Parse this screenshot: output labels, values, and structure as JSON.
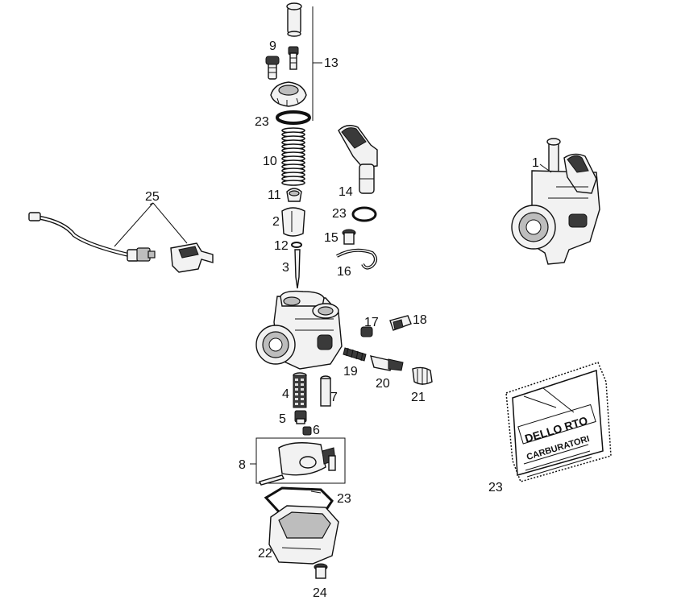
{
  "callouts": [
    {
      "id": "l9",
      "text": "9"
    },
    {
      "id": "l13",
      "text": "13"
    },
    {
      "id": "l23a",
      "text": "23"
    },
    {
      "id": "l10",
      "text": "10"
    },
    {
      "id": "l11",
      "text": "11"
    },
    {
      "id": "l2",
      "text": "2"
    },
    {
      "id": "l12",
      "text": "12"
    },
    {
      "id": "l3",
      "text": "3"
    },
    {
      "id": "l14",
      "text": "14"
    },
    {
      "id": "l23b",
      "text": "23"
    },
    {
      "id": "l15",
      "text": "15"
    },
    {
      "id": "l16",
      "text": "16"
    },
    {
      "id": "l25",
      "text": "25"
    },
    {
      "id": "l1",
      "text": "1"
    },
    {
      "id": "l17",
      "text": "17"
    },
    {
      "id": "l18",
      "text": "18"
    },
    {
      "id": "l19",
      "text": "19"
    },
    {
      "id": "l20",
      "text": "20"
    },
    {
      "id": "l21",
      "text": "21"
    },
    {
      "id": "l4",
      "text": "4"
    },
    {
      "id": "l7",
      "text": "7"
    },
    {
      "id": "l5",
      "text": "5"
    },
    {
      "id": "l6",
      "text": "6"
    },
    {
      "id": "l8",
      "text": "8"
    },
    {
      "id": "l23c",
      "text": "23"
    },
    {
      "id": "l22",
      "text": "22"
    },
    {
      "id": "l24",
      "text": "24"
    },
    {
      "id": "l23d",
      "text": "23"
    }
  ],
  "package": {
    "brand_line1": "DELLO RTO",
    "brand_line2": "CARBURATORI"
  }
}
